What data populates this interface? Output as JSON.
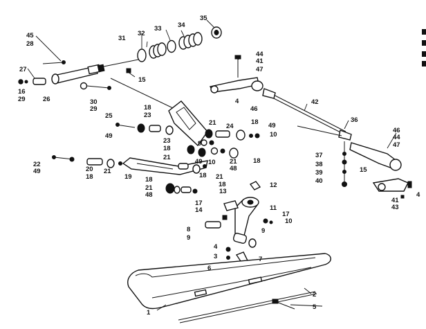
{
  "diagram": {
    "callouts": {
      "c1": "1",
      "c2": "2",
      "c3": "3",
      "c4": "4",
      "c5": "5",
      "c6": "6",
      "c7": "7",
      "c8": "8",
      "c9": "9",
      "c10": "10",
      "c11": "11",
      "c12": "12",
      "c13": "13",
      "c14": "14",
      "c15": "15",
      "c16": "16",
      "c17": "17",
      "c18": "18",
      "c19": "19",
      "c20": "20",
      "c21": "21",
      "c22": "22",
      "c23": "23",
      "c24": "24",
      "c25": "25",
      "c26": "26",
      "c27": "27",
      "c28": "28",
      "c29": "29",
      "c30": "30",
      "c31": "31",
      "c32": "32",
      "c33": "33",
      "c34": "34",
      "c35": "35",
      "c36": "36",
      "c37": "37",
      "c38": "38",
      "c39": "39",
      "c40": "40",
      "c41": "41",
      "c42": "42",
      "c43": "43",
      "c44": "44",
      "c45": "45",
      "c46": "46",
      "c47": "47",
      "c48": "48",
      "c49": "49"
    }
  }
}
